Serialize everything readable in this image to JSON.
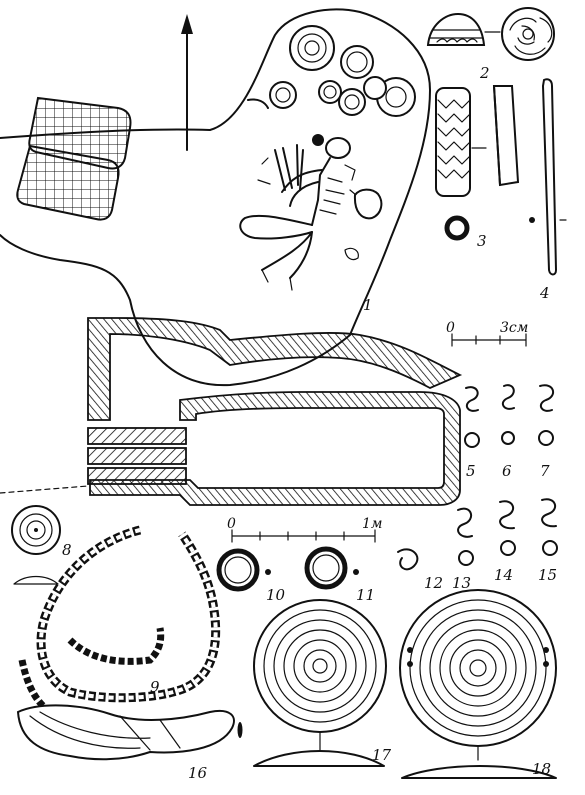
{
  "colors": {
    "ink": "#111111",
    "paper": "#ffffff"
  },
  "figure_labels": [
    "1",
    "2",
    "3",
    "4",
    "5",
    "6",
    "7",
    "8",
    "9",
    "10",
    "11",
    "12",
    "13",
    "14",
    "15",
    "16",
    "17",
    "18"
  ],
  "scale_small": {
    "start": "0",
    "end": "3см"
  },
  "scale_large": {
    "start": "0",
    "end": "1м"
  },
  "icons": [
    "north-arrow-icon"
  ]
}
